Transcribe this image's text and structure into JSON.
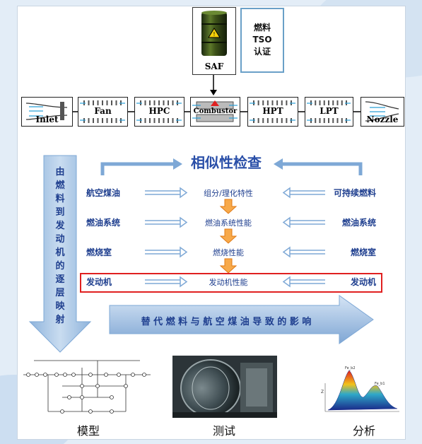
{
  "top": {
    "saf_label": "SAF",
    "cert_label": "燃料\nTSO\n认证"
  },
  "components": [
    {
      "label": "Inlet"
    },
    {
      "label": "Fan"
    },
    {
      "label": "HPC"
    },
    {
      "label": "Combustor"
    },
    {
      "label": "HPT"
    },
    {
      "label": "LPT"
    },
    {
      "label": "Nozzle"
    }
  ],
  "similarity_title": "相似性检查",
  "vertical_label": "由燃料到发动机的逐层映射",
  "rows": [
    {
      "left": "航空煤油",
      "middle": "组分/理化特性",
      "right": "可持续燃料"
    },
    {
      "left": "燃油系统",
      "middle": "燃油系统性能",
      "right": "燃油系统"
    },
    {
      "left": "燃烧室",
      "middle": "燃烧性能",
      "right": "燃烧室"
    },
    {
      "left": "发动机",
      "middle": "发动机性能",
      "right": "发动机"
    }
  ],
  "impact_text": "替 代 燃 料 与 航 空 煤 油 导 致 的 影 响",
  "bottom": {
    "model_label": "模型",
    "test_label": "测试",
    "analysis_label": "分析",
    "plot_annotations": [
      "Fe_b2",
      "Fe_b1",
      "Z"
    ]
  },
  "colors": {
    "arrow_blue": "#7ea8d6",
    "text_blue": "#1f3f8f",
    "highlight_red": "#e02020",
    "orange_arrow": "#f28c28"
  }
}
